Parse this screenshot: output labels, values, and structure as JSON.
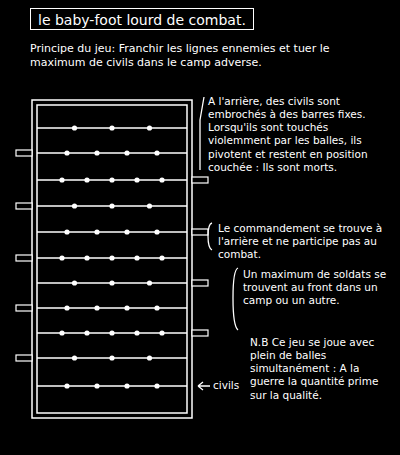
{
  "diagram": {
    "nodes": [
      {
        "text": [
          "le baby-foot lourd de combat."
        ]
      }
    ],
    "labels": [
      "Principe du jeu: Franchir les lignes ennemies et tuer le maximum de civils dans le camp adverse.",
      "A l'arrière, des civils sont embrochés à des barres fixes. Lorsqu'ils sont touchés violemment par les balles, ils pivotent et restent en position couchée : Ils sont morts.",
      "Le commandement se trouve à l'arrière et ne participe pas au combat.",
      "Un maximum de soldats se trouvent au front dans un camp ou un autre.",
      "N.B Ce jeu se joue avec plein de balles simultanément : A la guerre la quantité prime sur la qualité.",
      "civils"
    ]
  }
}
